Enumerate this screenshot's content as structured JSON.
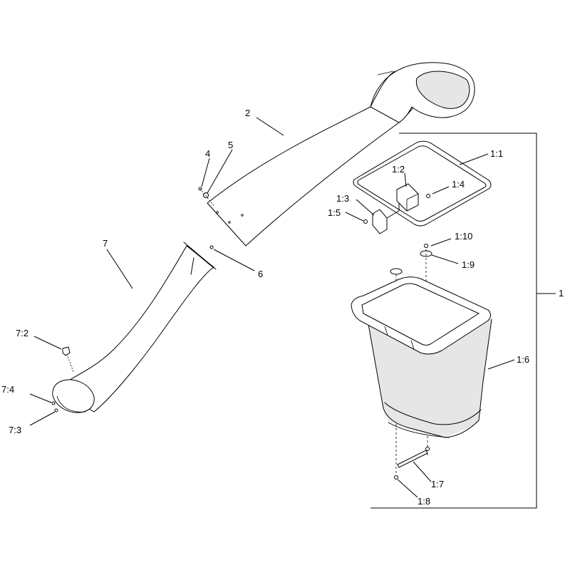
{
  "callouts": {
    "c1": "1",
    "c1_1": "1:1",
    "c1_2": "1:2",
    "c1_3": "1:3",
    "c1_4": "1:4",
    "c1_5": "1:5",
    "c1_6": "1:6",
    "c1_7": "1:7",
    "c1_8": "1:8",
    "c1_9": "1:9",
    "c1_10": "1:10",
    "c2": "2",
    "c4": "4",
    "c5": "5",
    "c6": "6",
    "c7": "7",
    "c7_2": "7:2",
    "c7_3": "7:3",
    "c7_4": "7:4"
  }
}
